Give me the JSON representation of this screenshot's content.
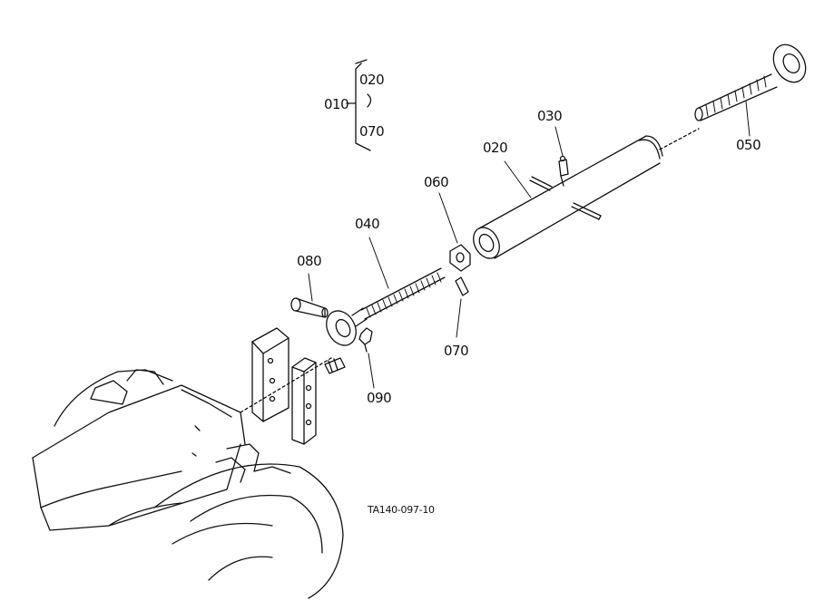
{
  "callouts": {
    "p010": "010",
    "p020_top": "020",
    "p070_top": "070",
    "p020": "020",
    "p030": "030",
    "p040": "040",
    "p050": "050",
    "p060": "060",
    "p070": "070",
    "p080": "080",
    "p090": "090"
  },
  "figure_code": "TA140-097-10",
  "colors": {
    "ink": "#111111",
    "paper": "#ffffff"
  }
}
